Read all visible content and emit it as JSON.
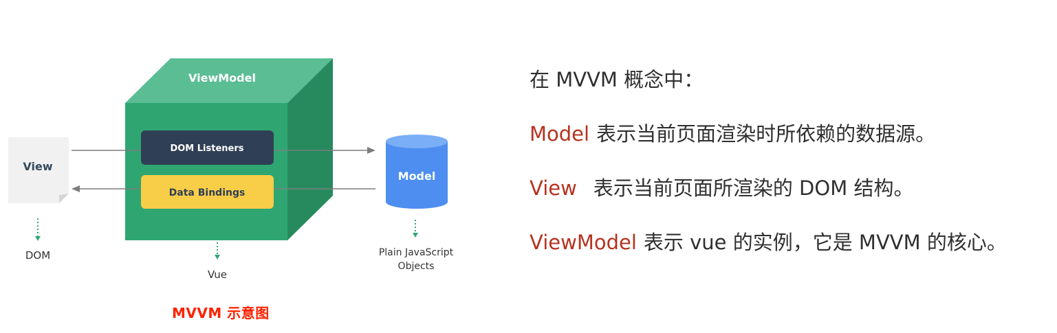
{
  "diagram": {
    "view_label": "View",
    "dom_label": "DOM",
    "viewmodel_label": "ViewModel",
    "dom_listeners_label": "DOM Listeners",
    "data_bindings_label": "Data Bindings",
    "vue_label": "Vue",
    "model_label": "Model",
    "plain_js_line1": "Plain JavaScript",
    "plain_js_line2": "Objects",
    "caption": "MVVM 示意图",
    "colors": {
      "cube_front": "#2fa672",
      "cube_top": "#5bbd94",
      "cube_side": "#268a5e",
      "dom_listeners": "#2f3f55",
      "data_bindings": "#f8cd48",
      "model_cylinder": "#4d8ef0",
      "model_cylinder_top": "#7aaef7",
      "view_doc": "#f1f1f1",
      "arrow": "#7d7d7d",
      "dotted_arrow": "#2fa672",
      "caption": "#ff2200"
    }
  },
  "description": {
    "intro": "在 MVVM 概念中：",
    "model_term": "Model",
    "model_text": "表示当前页面渲染时所依赖的数据源。",
    "view_term": "View",
    "view_text": "表示当前页面所渲染的 DOM 结构。",
    "viewmodel_term": "ViewModel",
    "viewmodel_text": "表示 vue 的实例，它是 MVVM 的核心。",
    "term_color": "#b5321f"
  }
}
